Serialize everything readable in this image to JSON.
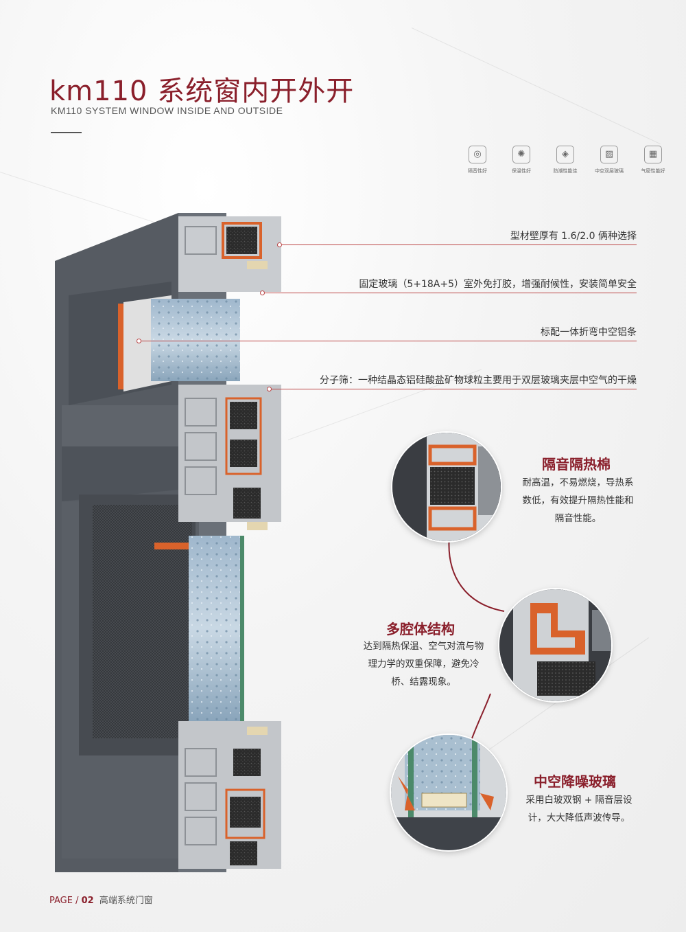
{
  "header": {
    "title": "km110 系统窗内开外开",
    "subtitle": "KM110 SYSTEM WINDOW INSIDE AND OUTSIDE"
  },
  "features": [
    {
      "label": "隔音性好",
      "icon": "sound-insulation-icon",
      "glyph": "◎"
    },
    {
      "label": "保温性好",
      "icon": "heat-insulation-icon",
      "glyph": "✺"
    },
    {
      "label": "防潮性能佳",
      "icon": "moisture-proof-icon",
      "glyph": "◈"
    },
    {
      "label": "中空双层玻璃",
      "icon": "double-glass-icon",
      "glyph": "▨"
    },
    {
      "label": "气密性能好",
      "icon": "airtight-icon",
      "glyph": "▦"
    }
  ],
  "callouts": [
    "型材壁厚有 1.6/2.0 俩种选择",
    "固定玻璃（5+18A+5）室外免打胶，增强耐候性，安装简单安全",
    "标配一体折弯中空铝条",
    "分子筛：一种结晶态铝硅酸盐矿物球粒主要用于双层玻璃夹层中空气的干燥"
  ],
  "highlights": [
    {
      "title": "隔音隔热棉",
      "desc": "耐高温，不易燃烧，导热系数低，有效提升隔热性能和隔音性能。"
    },
    {
      "title": "多腔体结构",
      "desc": "达到隔热保温、空气对流与物理力学的双重保障，避免冷桥、结露现象。"
    },
    {
      "title": "中空降噪玻璃",
      "desc": "采用白玻双钢 + 隔音层设计，大大降低声波传导。"
    }
  ],
  "footer": {
    "page_prefix": "PAGE /",
    "page_number": "02",
    "text": "高端系统门窗"
  },
  "colors": {
    "accent": "#8a1f2b",
    "profile_gray": "#5f646b",
    "thermal_break_orange": "#d9622b"
  }
}
